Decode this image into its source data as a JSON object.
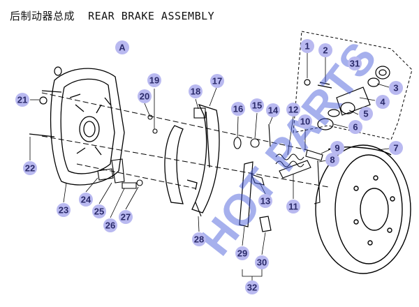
{
  "title": {
    "cn": "后制动器总成",
    "en": "REAR BRAKE ASSEMBLY"
  },
  "view_label": "A",
  "watermark": "HOT PARTS",
  "colors": {
    "callout_fill": "#b9b9f0",
    "callout_text": "#2a2a6a",
    "line": "#000000",
    "watermark": "#3a4fd6"
  },
  "part_numbers": [
    "1",
    "2",
    "3",
    "4",
    "5",
    "6",
    "7",
    "8",
    "9",
    "10",
    "11",
    "12",
    "13",
    "14",
    "15",
    "16",
    "17",
    "18",
    "19",
    "20",
    "21",
    "22",
    "23",
    "24",
    "25",
    "26",
    "27",
    "28",
    "29",
    "30",
    "31",
    "32"
  ]
}
